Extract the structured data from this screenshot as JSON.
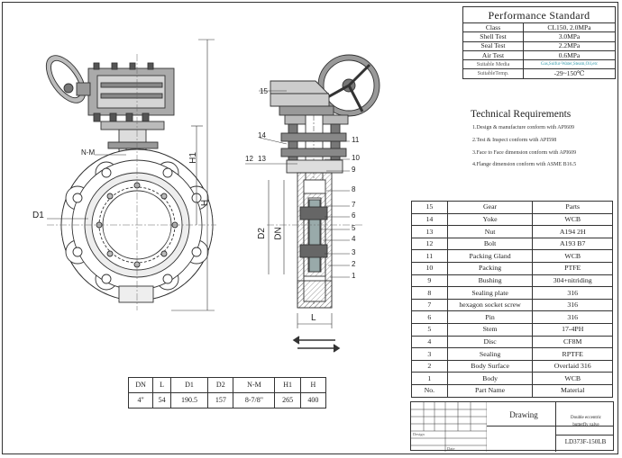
{
  "performance_standard": {
    "title": "Performance Standard",
    "rows": [
      {
        "label": "Class",
        "value": "CL150, 2.0MPa"
      },
      {
        "label": "Shell Test",
        "value": "3.0MPa"
      },
      {
        "label": "Seal Test",
        "value": "2.2MPa"
      },
      {
        "label": "Air Test",
        "value": "0.6MPa"
      },
      {
        "label": "Suitable Media",
        "value": "Gas,Sulfur-Water,Steam,Oil,etc"
      },
      {
        "label": "SuitableTemp.",
        "value": "-29~150℃"
      }
    ]
  },
  "technical_requirements": {
    "title": "Technical Requirements",
    "items": [
      "1.Design & manufacture conform with API609",
      "2.Test & Inspect conform with API598",
      "3.Face to Face dimension conform with API609",
      "4.Flange dimension conform with ASME B16.5"
    ]
  },
  "parts_list": {
    "rows": [
      {
        "no": "15",
        "name": "Gear",
        "material": "Parts"
      },
      {
        "no": "14",
        "name": "Yoke",
        "material": "WCB"
      },
      {
        "no": "13",
        "name": "Nut",
        "material": "A194 2H"
      },
      {
        "no": "12",
        "name": "Bolt",
        "material": "A193 B7"
      },
      {
        "no": "11",
        "name": "Packing Gland",
        "material": "WCB"
      },
      {
        "no": "10",
        "name": "Packing",
        "material": "PTFE"
      },
      {
        "no": "9",
        "name": "Bushing",
        "material": "304+nitriding"
      },
      {
        "no": "8",
        "name": "Sealing plate",
        "material": "316"
      },
      {
        "no": "7",
        "name": "hexagon socket screw",
        "material": "316"
      },
      {
        "no": "6",
        "name": "Pin",
        "material": "316"
      },
      {
        "no": "5",
        "name": "Stem",
        "material": "17-4PH"
      },
      {
        "no": "4",
        "name": "Disc",
        "material": "CF8M"
      },
      {
        "no": "3",
        "name": "Sealing",
        "material": "RPTFE"
      },
      {
        "no": "2",
        "name": "Body Surface",
        "material": "Overlaid 316"
      },
      {
        "no": "1",
        "name": "Body",
        "material": "WCB"
      }
    ],
    "header": {
      "no": "No.",
      "name": "Part Name",
      "material": "Material"
    }
  },
  "dimensions": {
    "headers": [
      "DN",
      "L",
      "D1",
      "D2",
      "N-M",
      "H1",
      "H"
    ],
    "values": [
      "4\"",
      "54",
      "190.5",
      "157",
      "8-7/8\"",
      "265",
      "400"
    ]
  },
  "title_block": {
    "drawing_label": "Drawing",
    "description_line1": "Double eccentric",
    "description_line2": "butterfly valve",
    "code": "LD373F-150LB",
    "design_label": "Design",
    "date_label": "Date"
  },
  "front_view_labels": {
    "d1": "D1",
    "nm": "N-M",
    "h1": "H1",
    "h": "H"
  },
  "side_view_labels": {
    "d2": "D2",
    "dn": "DN",
    "l": "L",
    "twelve": "12",
    "thirteen": "13",
    "fourteen": "14",
    "fifteen": "15"
  },
  "balloons": [
    "11",
    "10",
    "9",
    "8",
    "7",
    "6",
    "5",
    "4",
    "3",
    "2",
    "1"
  ]
}
